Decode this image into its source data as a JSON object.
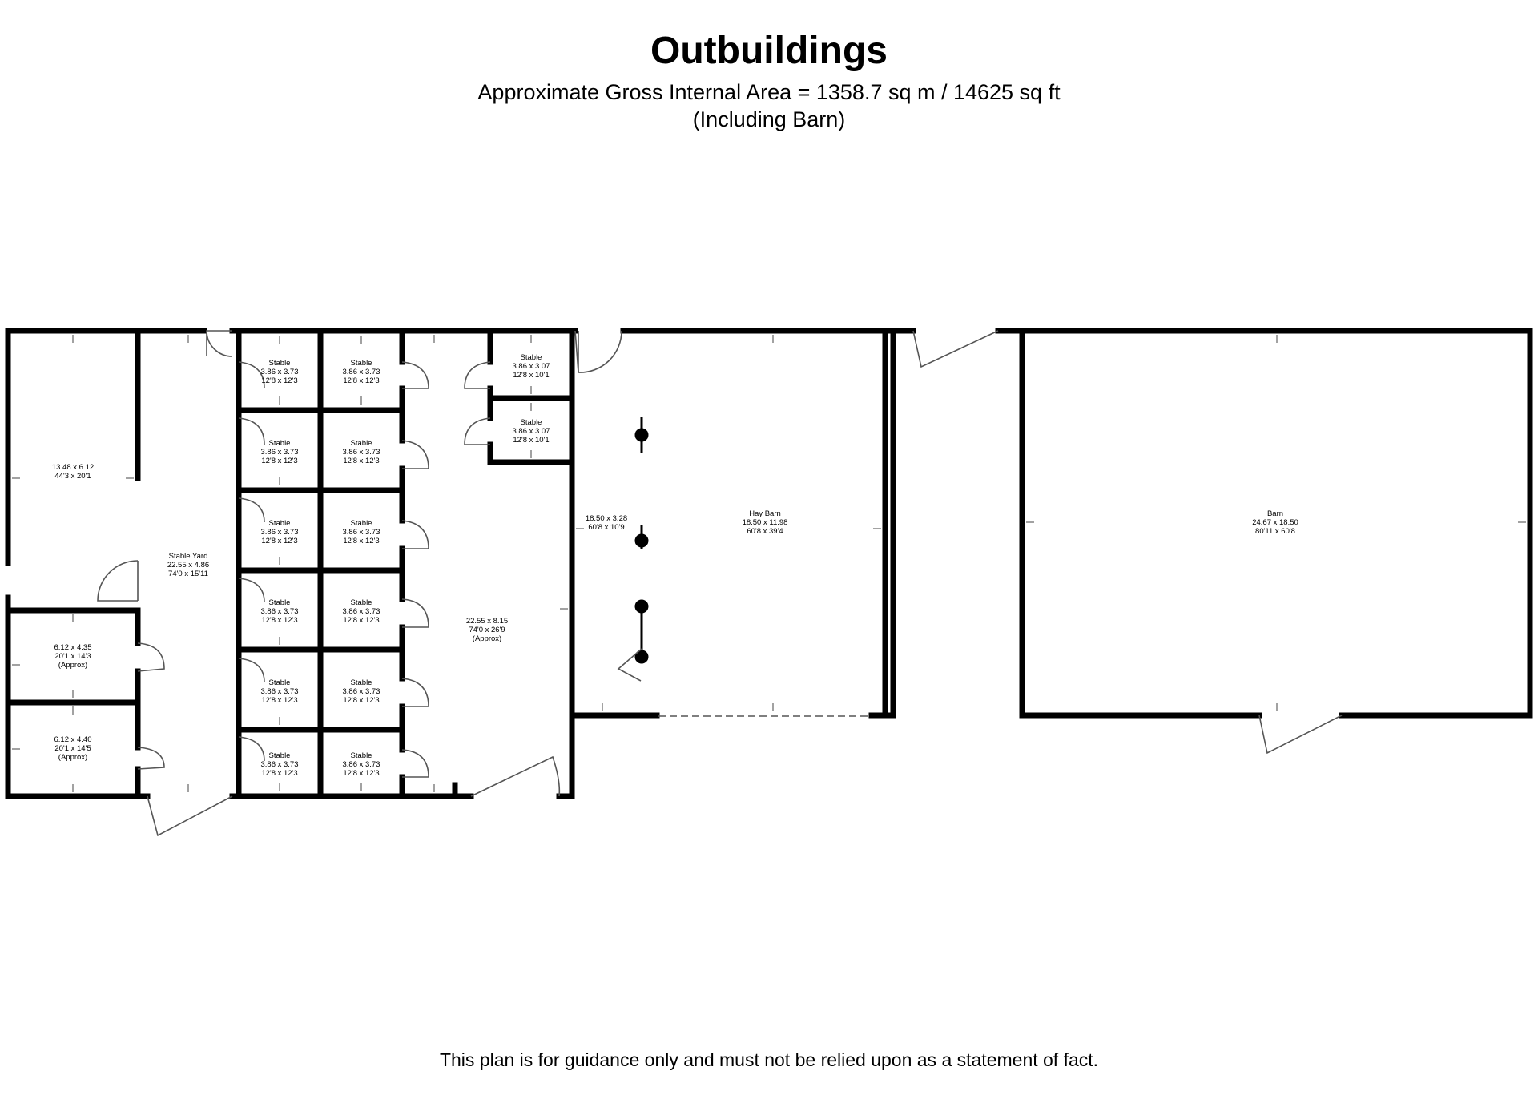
{
  "header": {
    "title": "Outbuildings",
    "area": "Approximate Gross Internal Area = 1358.7 sq m / 14625 sq ft",
    "note": "(Including Barn)"
  },
  "footer": {
    "disclaimer": "This plan is for guidance only and must not be relied upon as a statement of fact."
  },
  "rooms": {
    "store_large": {
      "name": "",
      "metric": "13.48 x 6.12",
      "imperial": "44'3 x 20'1",
      "note": ""
    },
    "store_mid": {
      "name": "",
      "metric": "6.12 x 4.35",
      "imperial": "20'1 x 14'3",
      "note": "(Approx)"
    },
    "store_low": {
      "name": "",
      "metric": "6.12 x 4.40",
      "imperial": "20'1 x 14'5",
      "note": "(Approx)"
    },
    "stable_yard": {
      "name": "Stable Yard",
      "metric": "22.55 x 4.86",
      "imperial": "74'0 x 15'11",
      "note": ""
    },
    "stable_std": {
      "name": "Stable",
      "metric": "3.86 x 3.73",
      "imperial": "12'8 x 12'3"
    },
    "stable_small": {
      "name": "Stable",
      "metric": "3.86 x 3.07",
      "imperial": "12'8 x 10'1"
    },
    "yard_area": {
      "name": "",
      "metric": "22.55 x 8.15",
      "imperial": "74'0 x 26'9",
      "note": "(Approx)"
    },
    "lean_to": {
      "name": "",
      "metric": "18.50 x 3.28",
      "imperial": "60'8 x 10'9"
    },
    "hay_barn": {
      "name": "Hay Barn",
      "metric": "18.50 x 11.98",
      "imperial": "60'8 x 39'4"
    },
    "barn": {
      "name": "Barn",
      "metric": "24.67 x 18.50",
      "imperial": "80'11 x 60'8"
    }
  }
}
